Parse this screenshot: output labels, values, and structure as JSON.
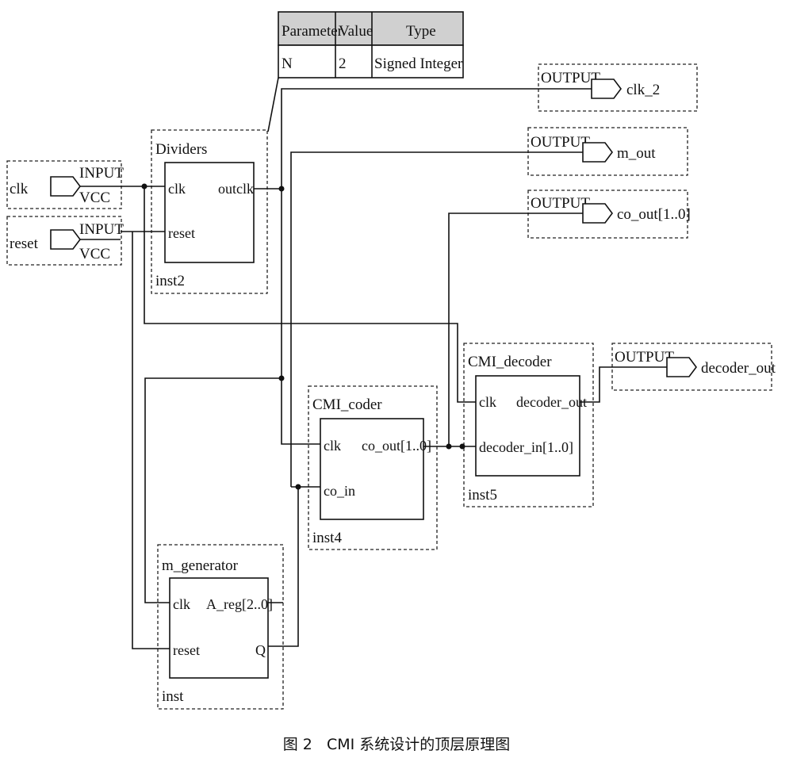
{
  "param_table": {
    "headers": [
      "Parameter",
      "Value",
      "Type"
    ],
    "row": [
      "N",
      "2",
      "Signed Integer"
    ]
  },
  "inputs": [
    {
      "name": "clk",
      "kind": "INPUT",
      "default": "VCC"
    },
    {
      "name": "reset",
      "kind": "INPUT",
      "default": "VCC"
    }
  ],
  "outputs": [
    {
      "name": "clk_2",
      "kind": "OUTPUT"
    },
    {
      "name": "m_out",
      "kind": "OUTPUT"
    },
    {
      "name": "co_out[1..0]",
      "kind": "OUTPUT"
    },
    {
      "name": "decoder_out",
      "kind": "OUTPUT"
    }
  ],
  "blocks": {
    "dividers": {
      "title": "Dividers",
      "instance": "inst2",
      "ports": {
        "clk": "clk",
        "reset": "reset",
        "outclk": "outclk"
      }
    },
    "cmi_coder": {
      "title": "CMI_coder",
      "instance": "inst4",
      "ports": {
        "clk": "clk",
        "co_in": "co_in",
        "co_out": "co_out[1..0]"
      }
    },
    "cmi_decoder": {
      "title": "CMI_decoder",
      "instance": "inst5",
      "ports": {
        "clk": "clk",
        "decoder_in": "decoder_in[1..0]",
        "decoder_out": "decoder_out"
      }
    },
    "m_generator": {
      "title": "m_generator",
      "instance": "inst",
      "ports": {
        "clk": "clk",
        "reset": "reset",
        "a_reg": "A_reg[2..0]",
        "q": "Q"
      }
    }
  },
  "caption": "图 2   CMI 系统设计的顶层原理图"
}
